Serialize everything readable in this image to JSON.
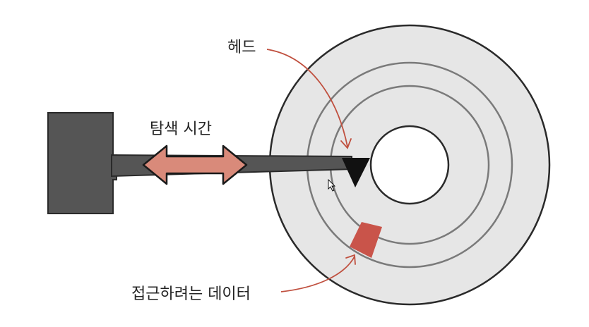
{
  "labels": {
    "head": "헤드",
    "seek_time": "탐색 시간",
    "target_data": "접근하려는 데이터"
  },
  "colors": {
    "platter_fill": "#e6e6e6",
    "outline": "#2a2a2a",
    "track_line": "#7a7a7a",
    "arm_body": "#555555",
    "head_tip": "#111111",
    "seek_arrow_fill": "#d98a7a",
    "data_sector": "#c9544a",
    "annotation_arrow": "#c0503f"
  },
  "icons": {
    "cursor": "mouse-pointer-icon"
  }
}
